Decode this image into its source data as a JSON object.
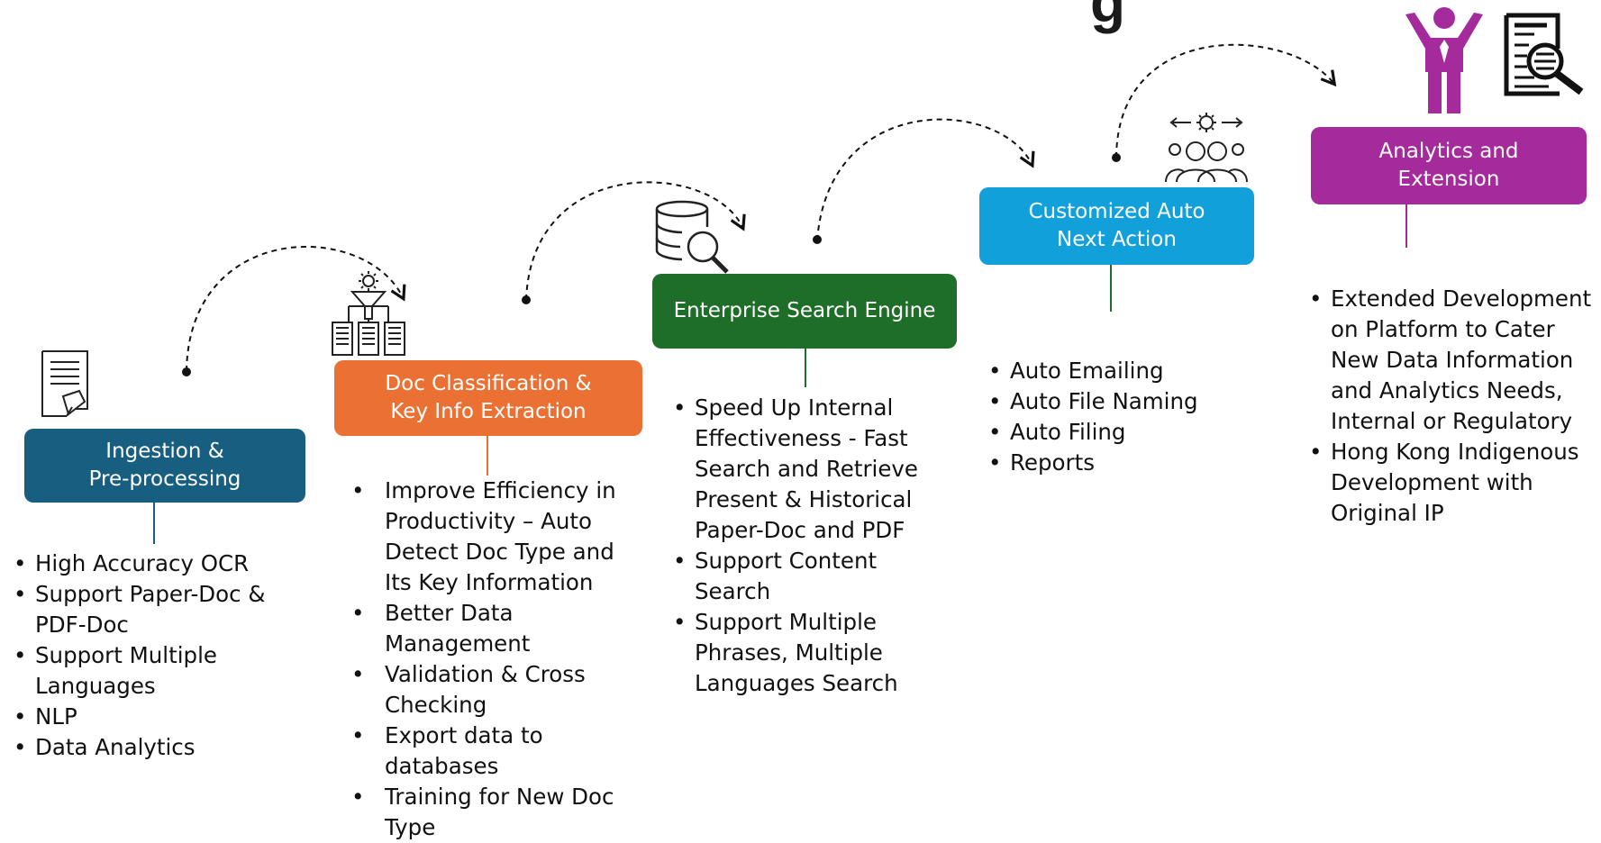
{
  "title_fragment": "g",
  "colors": {
    "ingestion": "#175E80",
    "classification": "#EA7133",
    "search": "#1E6E2A",
    "auto_action": "#12A0DB",
    "analytics": "#A52A9C"
  },
  "icons": {
    "ingestion": "document-signature-icon",
    "classification": "funnel-gear-servers-icon",
    "search": "database-search-icon",
    "auto_action": "team-gear-arrows-icon",
    "analytics_person": "person-arms-raised-icon",
    "analytics_doc": "document-magnifier-icon"
  },
  "stages": [
    {
      "label": "Ingestion &\nPre-processing",
      "bullets": [
        "High Accuracy OCR",
        "Support Paper-Doc & PDF-Doc",
        "Support Multiple Languages",
        "NLP",
        "Data Analytics"
      ]
    },
    {
      "label": "Doc Classification &\nKey Info Extraction",
      "bullets": [
        "Improve Efficiency in Productivity – Auto Detect Doc Type and Its Key Information",
        "Better Data Management",
        "Validation & Cross Checking",
        "Export data to databases",
        "Training for New Doc Type"
      ]
    },
    {
      "label": "Enterprise Search Engine",
      "bullets": [
        "Speed Up Internal Effectiveness - Fast Search and Retrieve Present & Historical Paper-Doc and PDF",
        "Support Content Search",
        "Support Multiple Phrases, Multiple Languages Search"
      ]
    },
    {
      "label": "Customized Auto\nNext Action",
      "bullets": [
        "Auto Emailing",
        "Auto File Naming",
        "Auto Filing",
        "Reports"
      ]
    },
    {
      "label": "Analytics  and\nExtension",
      "bullets": [
        "Extended Development on Platform to Cater New Data Information and Analytics Needs, Internal or Regulatory",
        "Hong Kong Indigenous Development with Original IP"
      ]
    }
  ]
}
